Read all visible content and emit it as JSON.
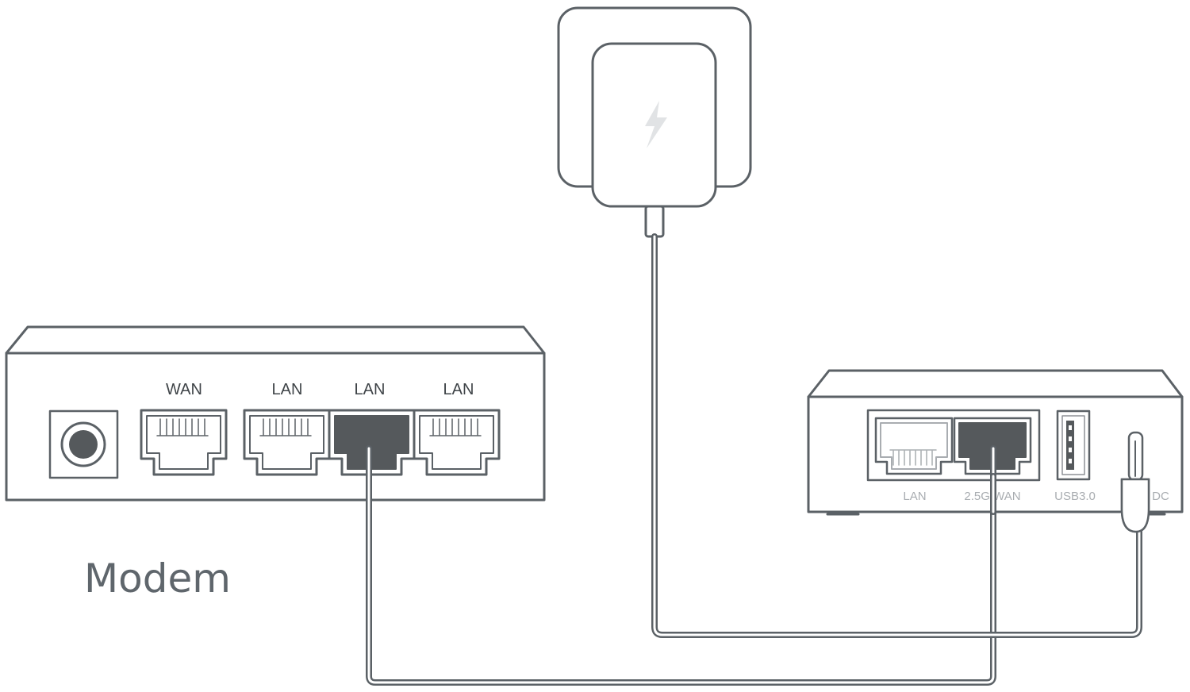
{
  "modem": {
    "title": "Modem",
    "port_labels": [
      "WAN",
      "LAN",
      "LAN",
      "LAN"
    ]
  },
  "router": {
    "port_labels": [
      "LAN",
      "2.5G WAN",
      "USB3.0",
      "DC"
    ]
  },
  "colors": {
    "line": "#5b6166",
    "port_active": "#55595c",
    "fill": "#ffffff",
    "label_gray": "#5f666c"
  },
  "icons": [
    "power-bolt-icon",
    "ethernet-port-icon",
    "usb-port-icon",
    "dc-plug-icon"
  ]
}
